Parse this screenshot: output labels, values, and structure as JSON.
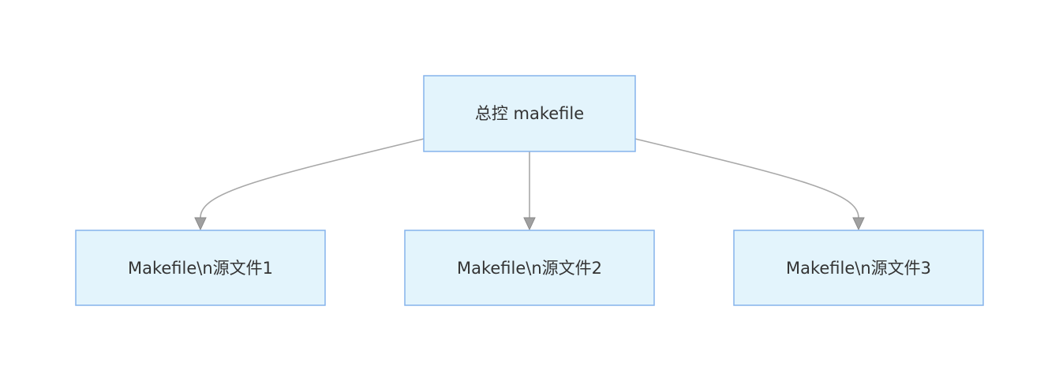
{
  "diagram": {
    "root": {
      "label": "总控 makefile"
    },
    "children": [
      {
        "label": "Makefile\\n源文件1"
      },
      {
        "label": "Makefile\\n源文件2"
      },
      {
        "label": "Makefile\\n源文件3"
      }
    ],
    "colors": {
      "node_fill": "#e3f4fc",
      "node_border": "#85b3ec",
      "edge": "#a8a8a8",
      "text": "#333333"
    }
  }
}
